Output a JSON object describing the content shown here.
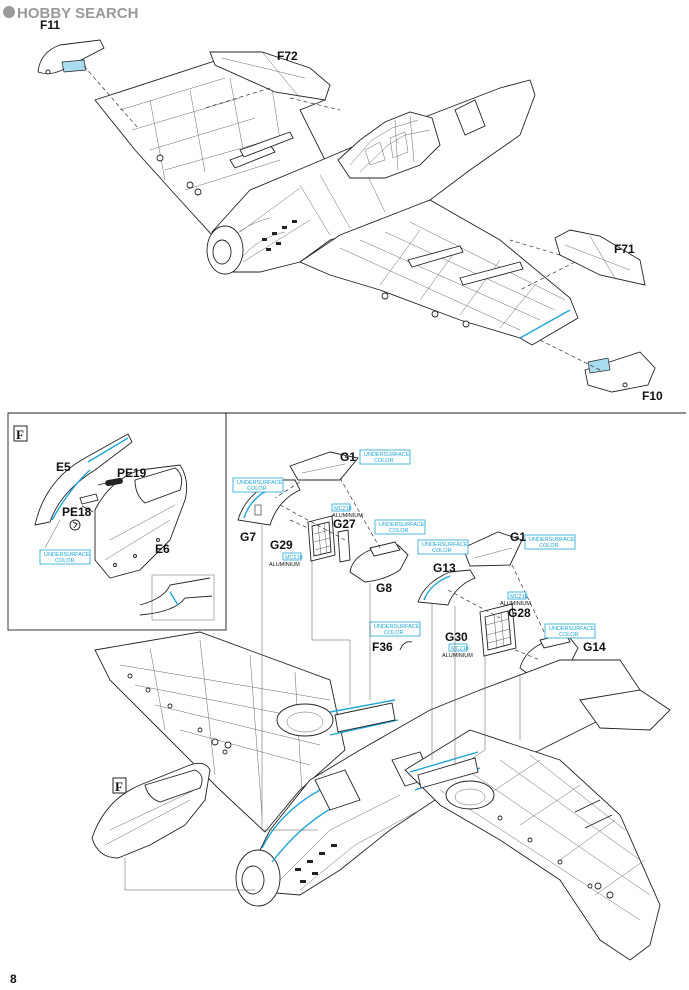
{
  "watermark": "HOBBY SEARCH",
  "page_number": "8",
  "section_marker": "F",
  "parts": {
    "F11": "F11",
    "F72": "F72",
    "F71": "F71",
    "F10": "F10",
    "E5": "E5",
    "PE19": "PE19",
    "PE18": "PE18",
    "E6": "E6",
    "G1a": "G1",
    "G7": "G7",
    "G27": "G27",
    "G29": "G29",
    "G8": "G8",
    "G1b": "G1",
    "G13": "G13",
    "G28": "G28",
    "G30": "G30",
    "F36": "F36",
    "G14": "G14"
  },
  "notes": {
    "undersurface_color": [
      "UNDERSURFACE",
      "COLOR"
    ],
    "mc218": "MC218",
    "aluminium": "ALUMINIUM"
  },
  "colors": {
    "accent": "#1fa6d8",
    "part_fill": "#a9dcef"
  },
  "icons": [
    "camera-icon-pe18",
    "hobbysearch-logo"
  ]
}
